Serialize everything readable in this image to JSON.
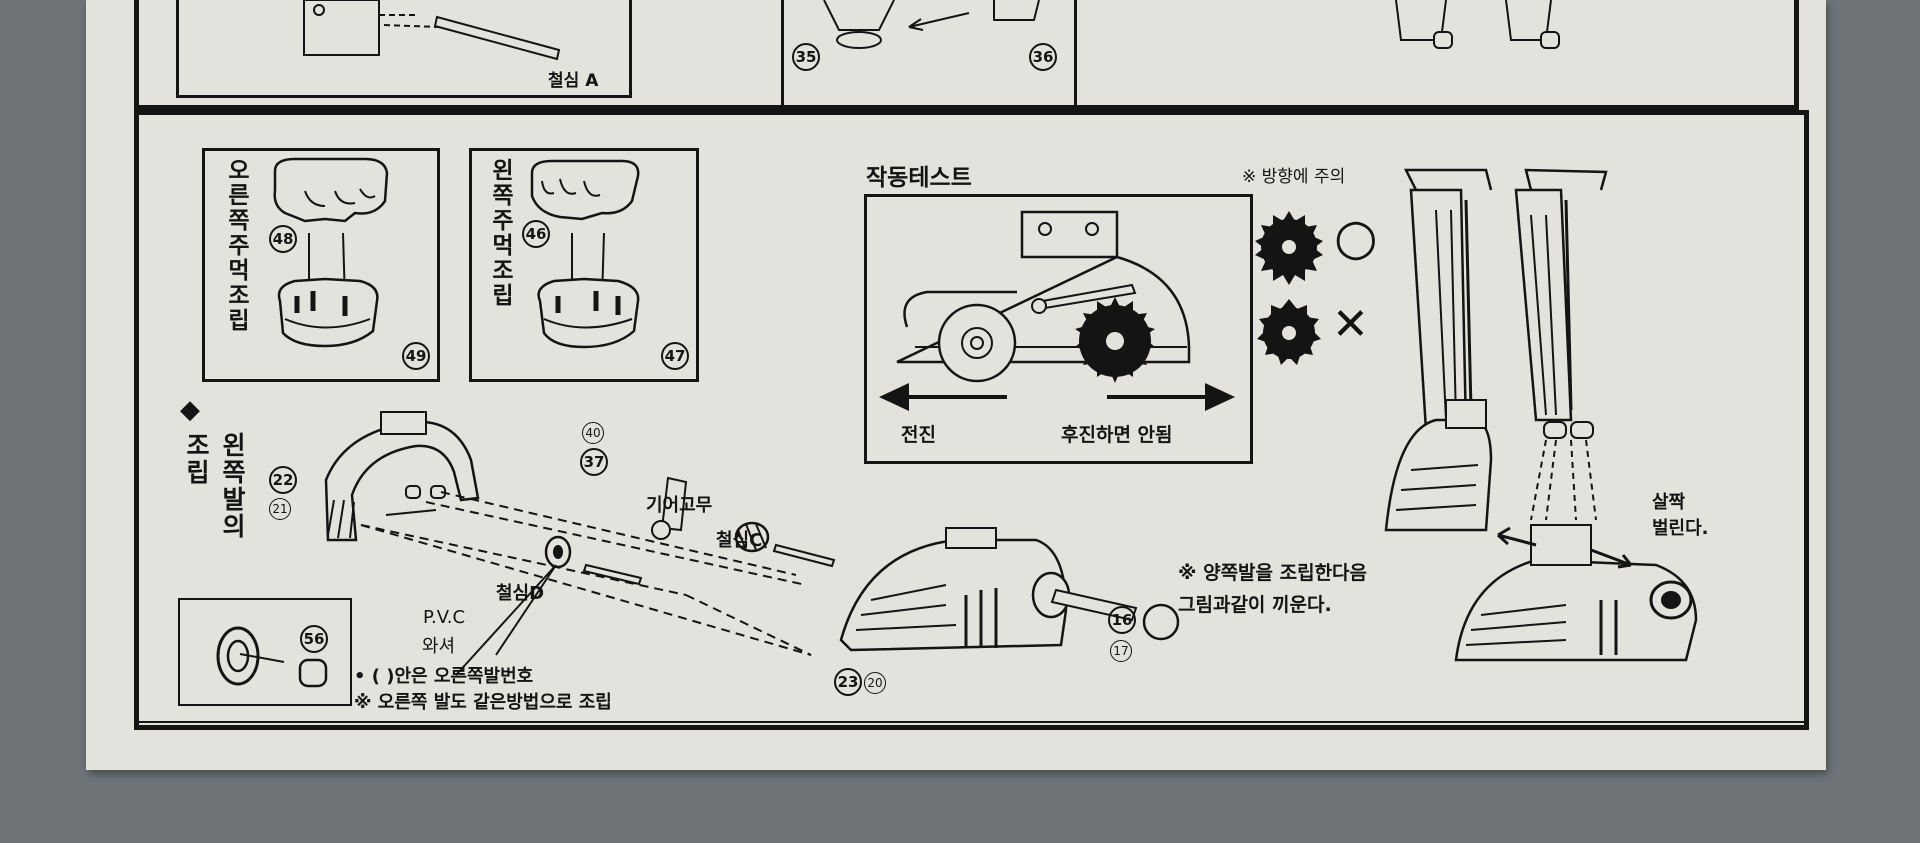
{
  "colors": {
    "ink": "#141414",
    "paper": "#e3e2dc",
    "table": "#6f7478"
  },
  "top_panels": {
    "core_a_label": "철심 A",
    "part_35": "35",
    "part_36": "36"
  },
  "right_fist": {
    "label": "오른쪽주먹조립",
    "part_top": "48",
    "part_bottom": "49"
  },
  "left_fist": {
    "label": "왼쪽주먹조립",
    "part_top": "46",
    "part_bottom": "47"
  },
  "motion_test": {
    "title": "작동테스트",
    "forward_label": "전진",
    "reverse_label": "후진하면 안됨"
  },
  "direction": {
    "note": "※ 방향에 주의",
    "ok_mark": "○",
    "ng_mark": "✕"
  },
  "left_foot": {
    "section_title": "왼쪽발의 조립",
    "part_22": "22",
    "part_21": "21",
    "part_40": "40",
    "part_37": "37",
    "gear_rubber_label": "기어고무",
    "core_c_label": "철심C",
    "core_d_label": "철심D",
    "pvc_label": "P.V.C",
    "washer_label": "와셔",
    "part_56": "56",
    "part_16": "16",
    "part_17": "17",
    "part_23": "23",
    "part_20": "20",
    "note_parens": "• (    )안은 오른쪽발번호",
    "note_same": "※ 오른쪽 발도 같은방법으로 조립"
  },
  "leg_assembly": {
    "spread_label": "살짝\n벌린다.",
    "assemble_note": "※ 양쪽발을 조립한다음\n그림과같이 끼운다."
  }
}
